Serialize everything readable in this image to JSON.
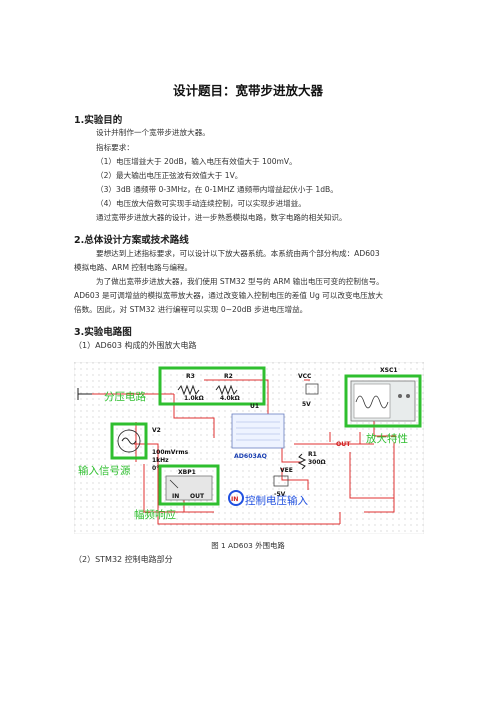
{
  "title": "设计题目：宽带步进放大器",
  "sections": {
    "s1": {
      "heading": "1.实验目的",
      "lines": [
        "设计并制作一个宽带步进放大器。",
        "指标要求：",
        "（1）电压增益大于 20dB，输入电压有效值大于 100mV。",
        "（2）最大输出电压正弦波有效值大于 1V。",
        "（3）3dB 通频带 0-3MHz，在 0-1MHZ 通频带内增益起伏小于 1dB。",
        "（4）电压放大倍数可实现手动连续控制，可以实现步进增益。",
        "通过宽带步进放大器的设计，进一步熟悉模拟电路，数字电路的相关知识。"
      ]
    },
    "s2": {
      "heading": "2.总体设计方案或技术路线",
      "lines": [
        "要想达到上述指标要求，可以设计以下放大器系统。本系统由两个部分构成：AD603",
        "模拟电路、ARM 控制电路与编程。",
        "为了做出宽带步进放大器，我们使用 STM32 型号的 ARM 输出电压可变的控制信号。",
        "AD603 是可调增益的模拟宽带放大器，通过改变输入控制电压的差值 Ug 可以改变电压放大",
        "倍数。因此，对 STM32 进行编程可以实现 0~20dB 步进电压增益。"
      ]
    },
    "s3": {
      "heading": "3.实验电路图",
      "sub1": "（1）AD603 构成的外围放大电路",
      "caption": "图 1    AD603 外围电路",
      "sub2": "（2）STM32 控制电路部分"
    }
  },
  "circuit": {
    "annotations": {
      "divider": "分压电路",
      "input_source": "输入信号源",
      "freq_response": "幅频响应",
      "control_input": "控制电压输入",
      "amp_char": "放大特性"
    },
    "components": {
      "r3": "R3",
      "r3_val": "1.0kΩ",
      "r2": "R2",
      "r2_val": "4.0kΩ",
      "vcc": "VCC",
      "vcc_val": "5V",
      "xsc1": "XSC1",
      "u1": "U1",
      "u1_part": "AD603AQ",
      "v2": "V2",
      "v2_amp": "100mVrms",
      "v2_freq": "1kHz",
      "v2_phase": "0°",
      "out": "OUT",
      "r1": "R1",
      "r1_val": "300Ω",
      "vee": "VEE",
      "vee_val": "-5V",
      "xbp1": "XBP1",
      "xbp_in": "IN",
      "xbp_out": "OUT",
      "in_marker": "IN"
    },
    "colors": {
      "highlight_green": "#2fbf2f",
      "highlight_blue": "#2050e0",
      "wire_red": "#e03030"
    }
  }
}
